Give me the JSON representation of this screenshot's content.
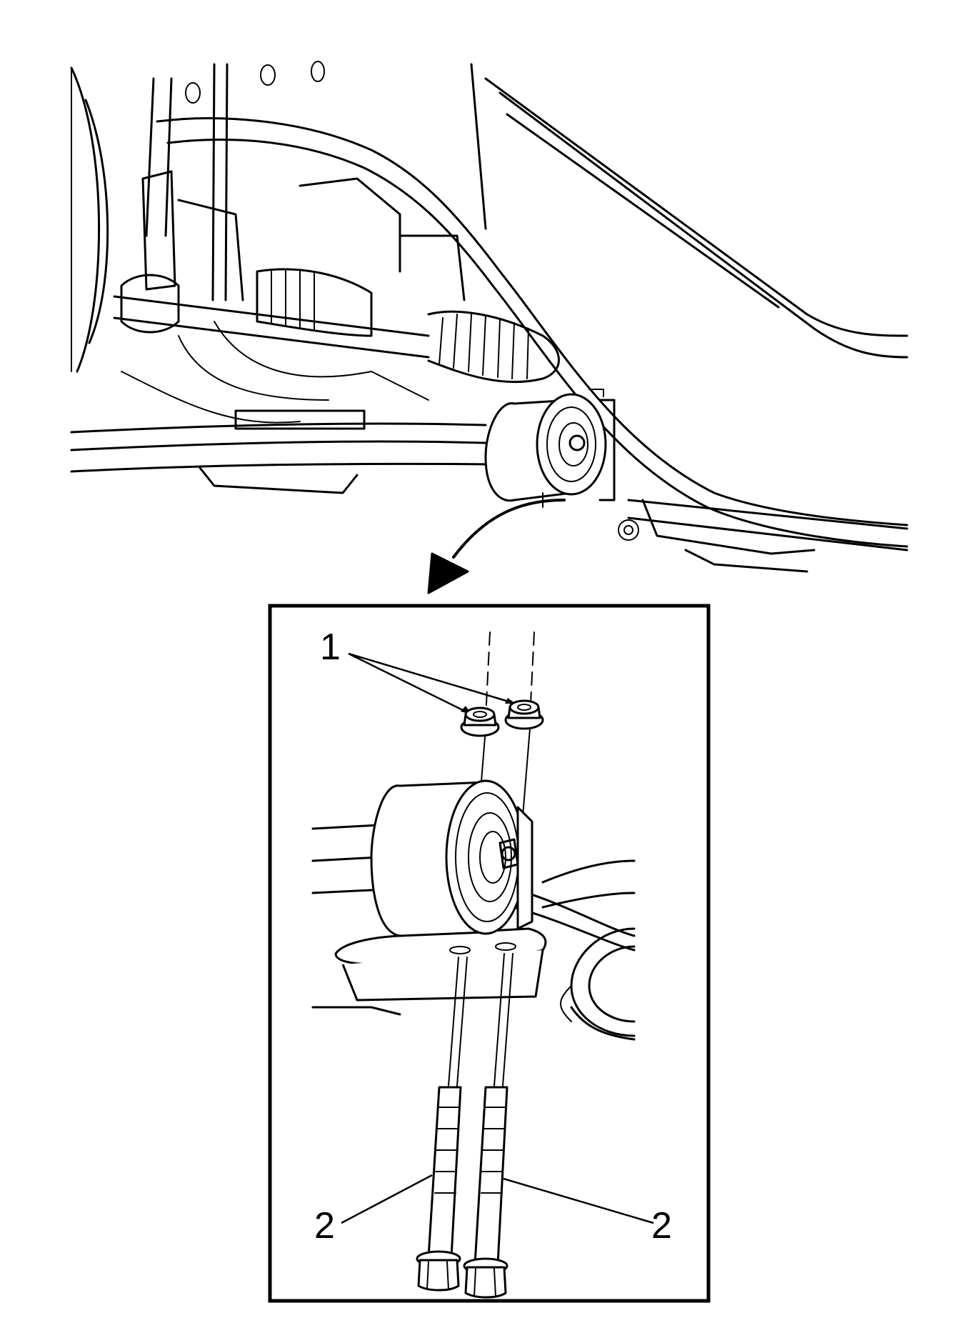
{
  "callouts": {
    "item1": "1",
    "item2_left": "2",
    "item2_right": "2"
  },
  "colors": {
    "line": "#000000",
    "background": "#ffffff"
  }
}
